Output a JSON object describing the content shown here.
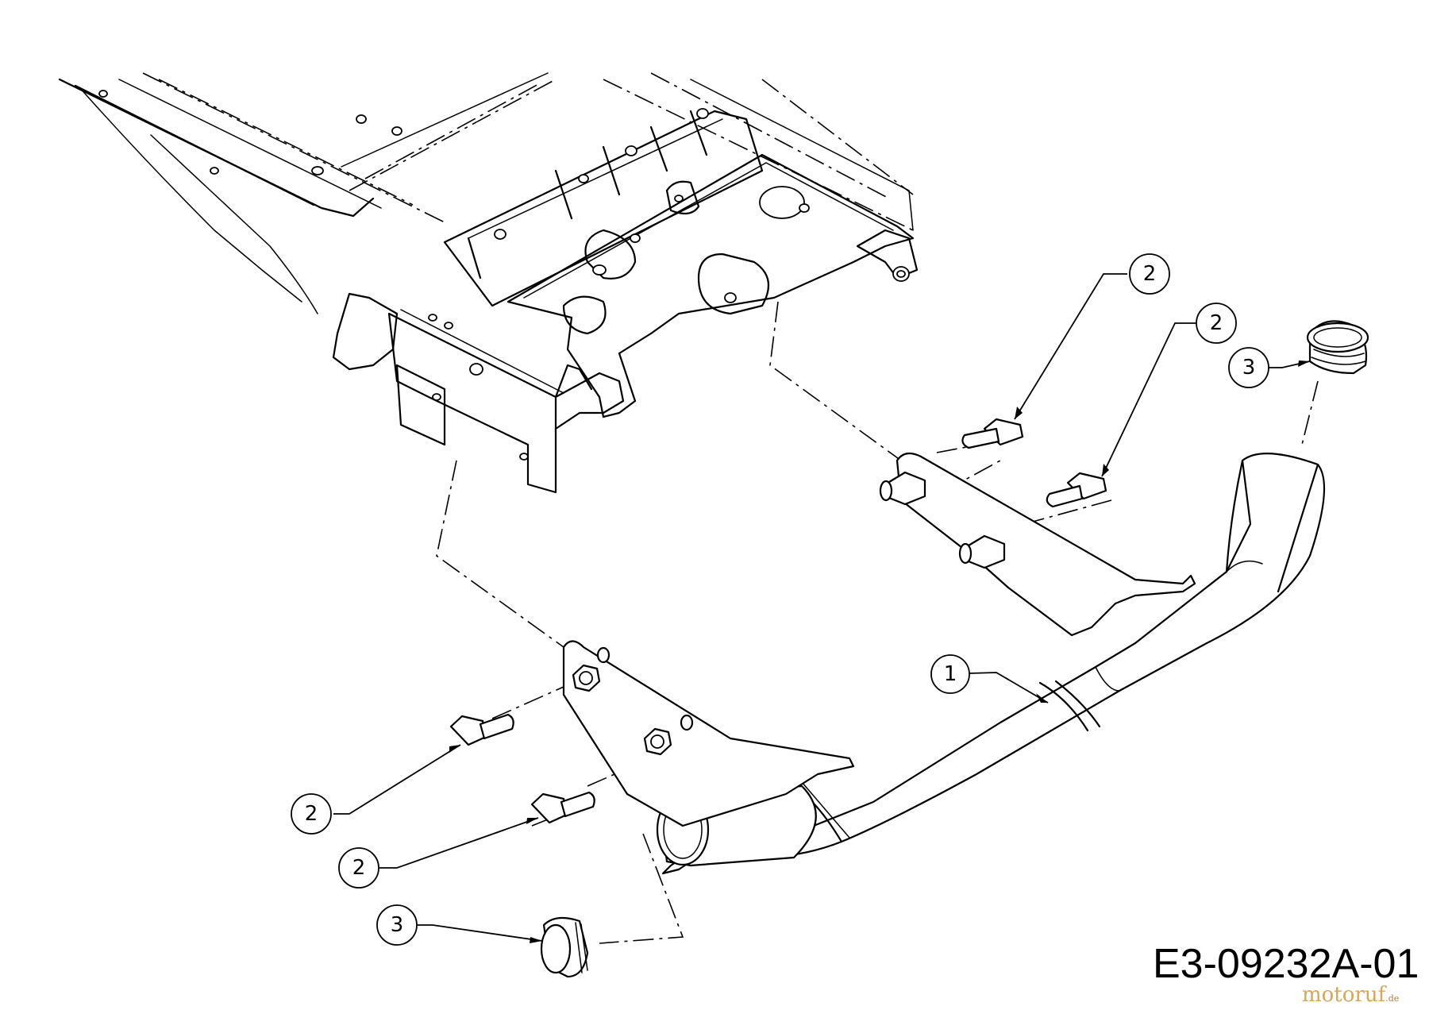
{
  "diagram": {
    "drawing_code": "E3-09232A-01",
    "watermark": "motoruf",
    "watermark_suffix": ".de",
    "callouts": [
      {
        "id": "c1",
        "label": "1"
      },
      {
        "id": "c2a",
        "label": "2"
      },
      {
        "id": "c2b",
        "label": "2"
      },
      {
        "id": "c2c",
        "label": "2"
      },
      {
        "id": "c2d",
        "label": "2"
      },
      {
        "id": "c3a",
        "label": "3"
      },
      {
        "id": "c3b",
        "label": "3"
      }
    ]
  }
}
